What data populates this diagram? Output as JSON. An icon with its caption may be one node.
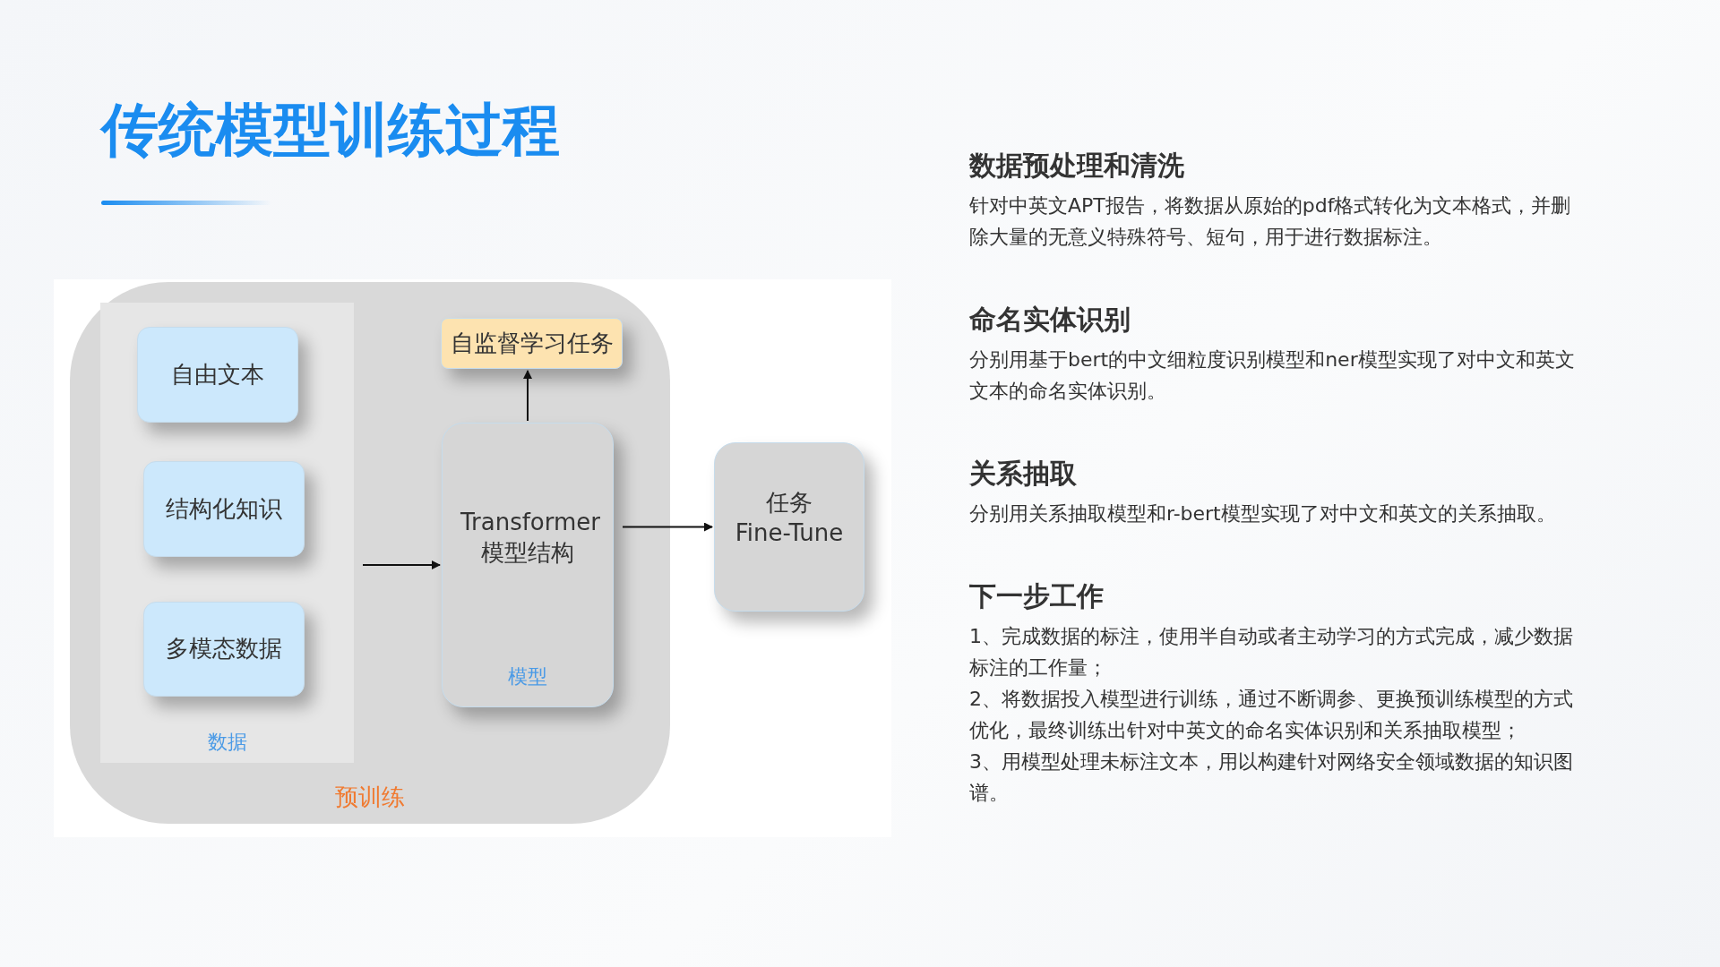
{
  "diagram": {
    "title": "传统模型训练过程",
    "nodes": [
      {
        "text": [
          "预训练"
        ]
      },
      {
        "text": [
          "数据"
        ],
        "in": 0
      },
      {
        "text": [
          "自由文本"
        ],
        "in": 1
      },
      {
        "text": [
          "结构化知识"
        ],
        "in": 1
      },
      {
        "text": [
          "多模态数据"
        ],
        "in": 1
      },
      {
        "text": [
          "自监督学习任务"
        ],
        "in": 0
      },
      {
        "text": [
          "Transformer 模型结构",
          "模型"
        ],
        "in": 0
      },
      {
        "text": [
          "任务 Fine-Tune"
        ]
      }
    ],
    "edges": [
      {
        "from": 1,
        "to": 6,
        "arrow": "to"
      },
      {
        "from": 6,
        "to": 5,
        "arrow": "to"
      },
      {
        "from": 6,
        "to": 7,
        "arrow": "to"
      }
    ],
    "labels": [
      "数据预处理和清洗",
      "针对中英文APT报告，将数据从原始的pdf格式转化为文本格式，并删除大量的无意义特殊符号、短句，用于进行数据标注。",
      "命名实体识别",
      "分别用基于bert的中文细粒度识别模型和ner模型实现了对中文和英文文本的命名实体识别。",
      "关系抽取",
      "分别用关系抽取模型和r-bert模型实现了对中文和英文的关系抽取。",
      "下一步工作",
      "1、完成数据的标注，使用半自动或者主动学习的方式完成，减少数据标注的工作量；",
      "2、将数据投入模型进行训练，通过不断调参、更换预训练模型的方式优化，最终训练出针对中英文的命名实体识别和关系抽取模型；",
      "3、用模型处理未标注文本，用以构建针对网络安全领域数据的知识图谱。"
    ]
  }
}
